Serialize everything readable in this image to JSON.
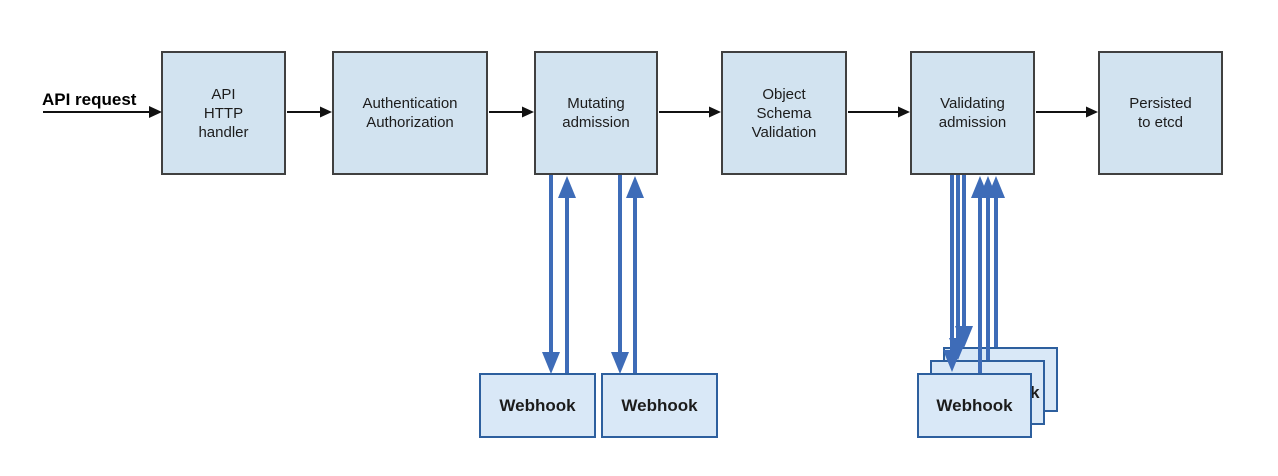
{
  "diagram": {
    "api_request_label": "API request",
    "nodes": [
      {
        "id": "api-http-handler",
        "label": "API\nHTTP\nhandler"
      },
      {
        "id": "authentication-authorization",
        "label": "Authentication\nAuthorization"
      },
      {
        "id": "mutating-admission",
        "label": "Mutating\nadmission"
      },
      {
        "id": "object-schema-validation",
        "label": "Object\nSchema\nValidation"
      },
      {
        "id": "validating-admission",
        "label": "Validating\nadmission"
      },
      {
        "id": "persisted-to-etcd",
        "label": "Persisted\nto etcd"
      }
    ],
    "mutating_webhooks": [
      {
        "label": "Webhook"
      },
      {
        "label": "Webhook"
      }
    ],
    "validating_webhooks": [
      {
        "position": "front",
        "label": "Webhook"
      },
      {
        "position": "middle",
        "label": "Webhook"
      },
      {
        "position": "back",
        "label": "Webhook"
      }
    ],
    "colors": {
      "node_fill": "#d2e3f0",
      "node_border": "#404040",
      "webhook_fill": "#d9e8f7",
      "webhook_border": "#2d5f9e",
      "flow_arrow": "#111111",
      "webhook_arrow": "#3e6cb8",
      "background": "#ffffff"
    }
  }
}
